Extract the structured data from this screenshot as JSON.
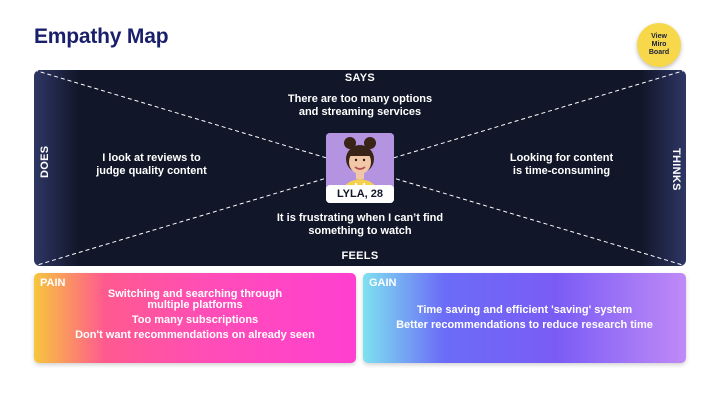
{
  "header": {
    "title": "Empathy Map",
    "miro_button": [
      "View",
      "Miro",
      "Board"
    ]
  },
  "map": {
    "says_label": "SAYS",
    "does_label": "DOES",
    "thinks_label": "THINKS",
    "feels_label": "FEELS",
    "says_text": [
      "There are too many options",
      "and streaming services"
    ],
    "does_text": [
      "I look at reviews to",
      "judge quality content"
    ],
    "thinks_text": [
      "Looking for content",
      "is time-consuming"
    ],
    "feels_text": [
      "It is frustrating when I can’t find",
      "something to watch"
    ],
    "persona": {
      "name_age": "LYLA, 28"
    }
  },
  "pain": {
    "title": "PAIN",
    "items": [
      "Switching and searching through multiple platforms",
      "Too many subscriptions",
      "Don't want recommendations on already seen"
    ]
  },
  "gain": {
    "title": "GAIN",
    "items": [
      "Time saving and efficient 'saving' system",
      "Better recommendations to reduce research time"
    ]
  },
  "colors": {
    "title": "#1a1f6b",
    "map_bg": "#111628",
    "miro_button": "#f7d84a"
  }
}
